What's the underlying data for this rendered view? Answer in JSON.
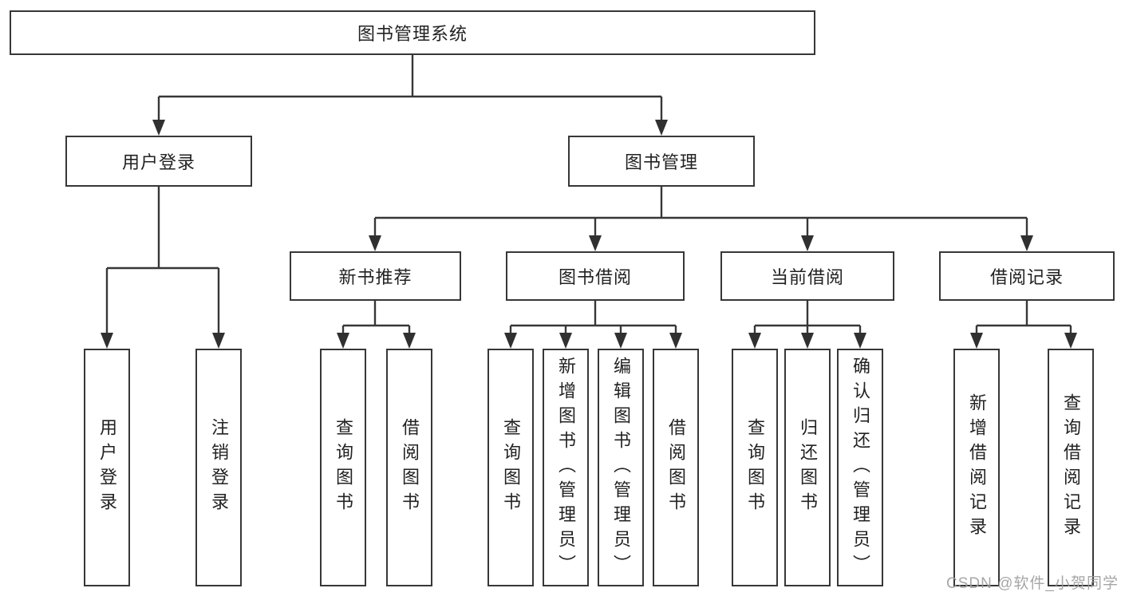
{
  "diagram": {
    "title_node": "图书管理系统",
    "nodes": {
      "root": "图书管理系统",
      "user_login": "用户登录",
      "book_management": "图书管理",
      "new_book_recommend": "新书推荐",
      "book_borrowing": "图书借阅",
      "current_borrowing": "当前借阅",
      "borrowing_records": "借阅记录",
      "leaf_user_login": "用户登录",
      "leaf_logout": "注销登录",
      "query_books_recommend": "查询图书",
      "borrow_books_recommend": "借阅图书",
      "query_books_borrowing": "查询图书",
      "add_book_admin": "新增图书（管理员）",
      "edit_book_admin": "编辑图书（管理员）",
      "borrow_books_borrowing": "借阅图书",
      "query_books_current": "查询图书",
      "return_books": "归还图书",
      "confirm_return_admin": "确认归还（管理员）",
      "add_borrow_record": "新增借阅记录",
      "query_borrow_record": "查询借阅记录"
    },
    "edges": [
      [
        "图书管理系统",
        "用户登录"
      ],
      [
        "图书管理系统",
        "图书管理"
      ],
      [
        "用户登录",
        "用户登录"
      ],
      [
        "用户登录",
        "注销登录"
      ],
      [
        "图书管理",
        "新书推荐"
      ],
      [
        "图书管理",
        "图书借阅"
      ],
      [
        "图书管理",
        "当前借阅"
      ],
      [
        "图书管理",
        "借阅记录"
      ],
      [
        "新书推荐",
        "查询图书"
      ],
      [
        "新书推荐",
        "借阅图书"
      ],
      [
        "图书借阅",
        "查询图书"
      ],
      [
        "图书借阅",
        "新增图书（管理员）"
      ],
      [
        "图书借阅",
        "编辑图书（管理员）"
      ],
      [
        "图书借阅",
        "借阅图书"
      ],
      [
        "当前借阅",
        "查询图书"
      ],
      [
        "当前借阅",
        "归还图书"
      ],
      [
        "当前借阅",
        "确认归还（管理员）"
      ],
      [
        "借阅记录",
        "新增借阅记录"
      ],
      [
        "借阅记录",
        "查询借阅记录"
      ]
    ],
    "colors": {
      "line": "#373737",
      "arrow": "#303030",
      "box_border": "#373737",
      "box_fill": "#ffffff",
      "text": "#222222",
      "watermark": "#9e9e9e"
    }
  },
  "watermark": {
    "text": "CSDN @软件_小贺同学"
  }
}
